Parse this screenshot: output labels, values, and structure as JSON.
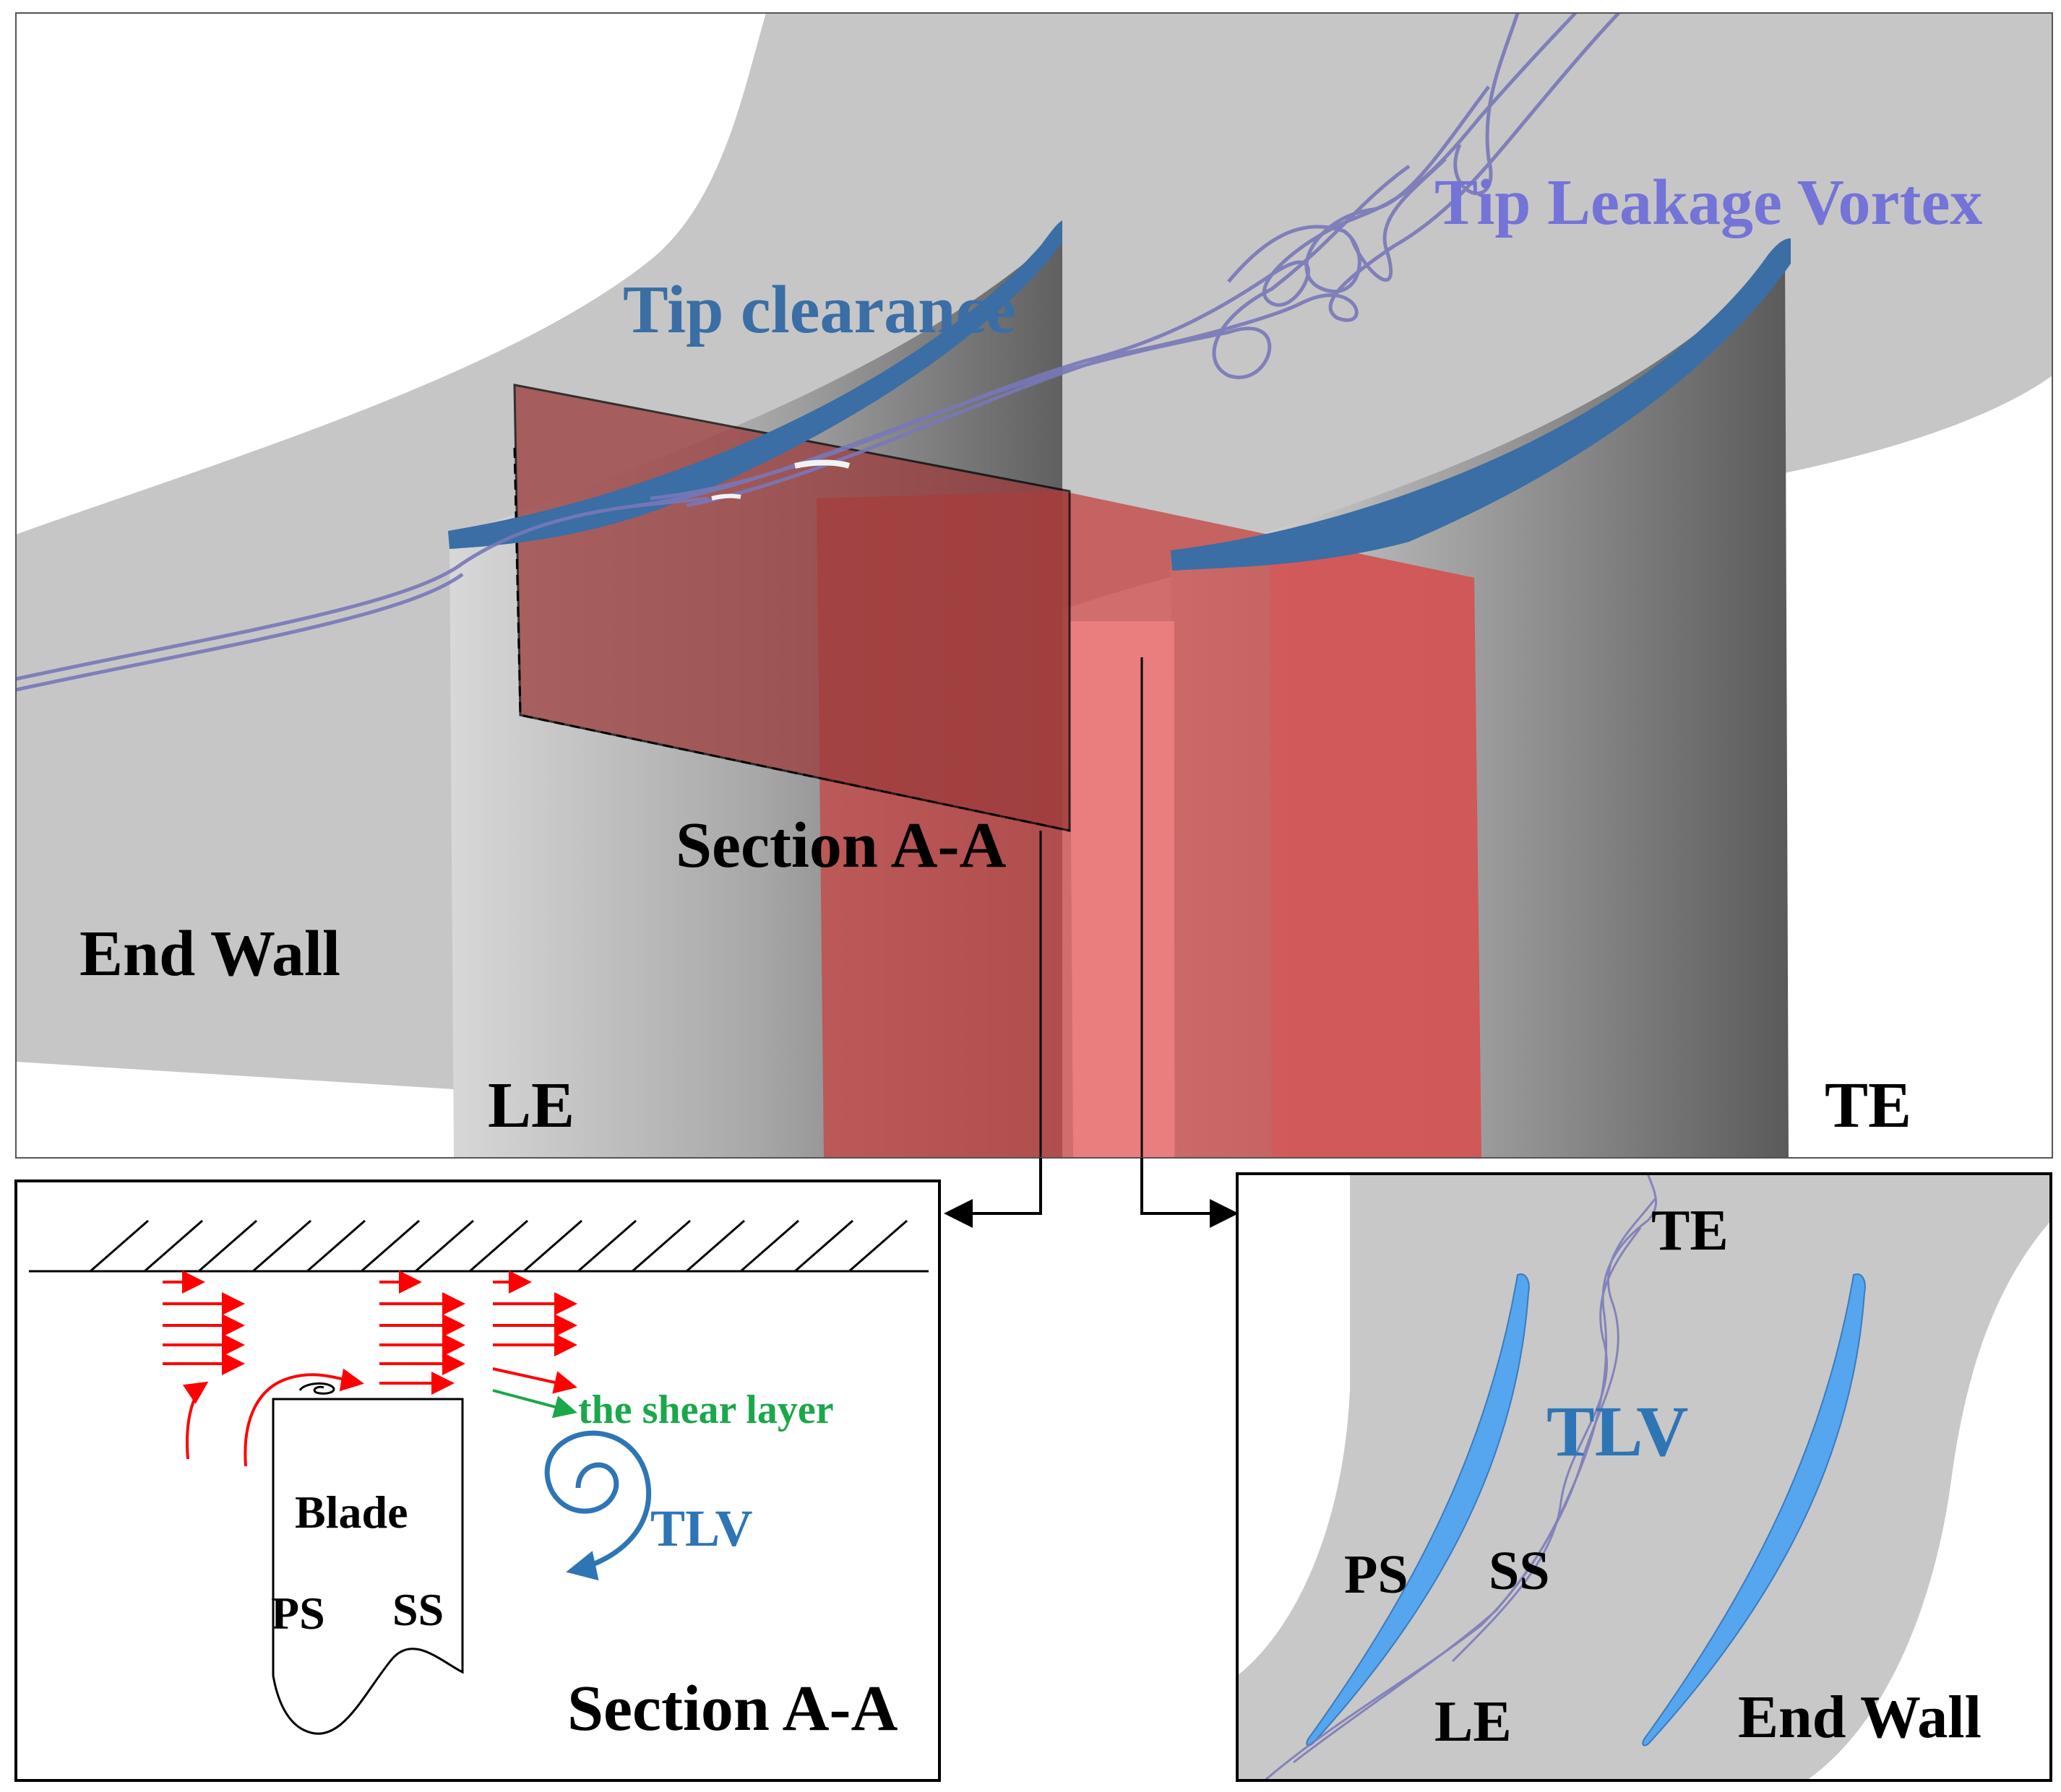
{
  "labels": {
    "tip_clearance": "Tip clearance",
    "tip_leakage_vortex": "Tip Leakage Vortex",
    "section_aa_top": "Section A-A",
    "end_wall_top": "End Wall",
    "le_top": "LE",
    "te_top": "TE",
    "shear_layer": "the shear layer",
    "tlv_left": "TLV",
    "blade": "Blade",
    "ps_left": "PS",
    "ss_left": "SS",
    "section_aa_bottom": "Section A-A",
    "te_right": "TE",
    "tlv_right": "TLV",
    "ps_right": "PS",
    "ss_right": "SS",
    "le_right": "LE",
    "end_wall_right": "End Wall"
  },
  "colors": {
    "endwall_gray": "#c8c8c8",
    "tip_blue": "#3a6ea5",
    "section_red": "#c44848",
    "vortex_purple": "#7878b8",
    "arrow_red": "#ff0000",
    "shear_green": "#1aa84a",
    "tlv_blue": "#2e75b6",
    "blade_blue": "#55a6ee"
  }
}
